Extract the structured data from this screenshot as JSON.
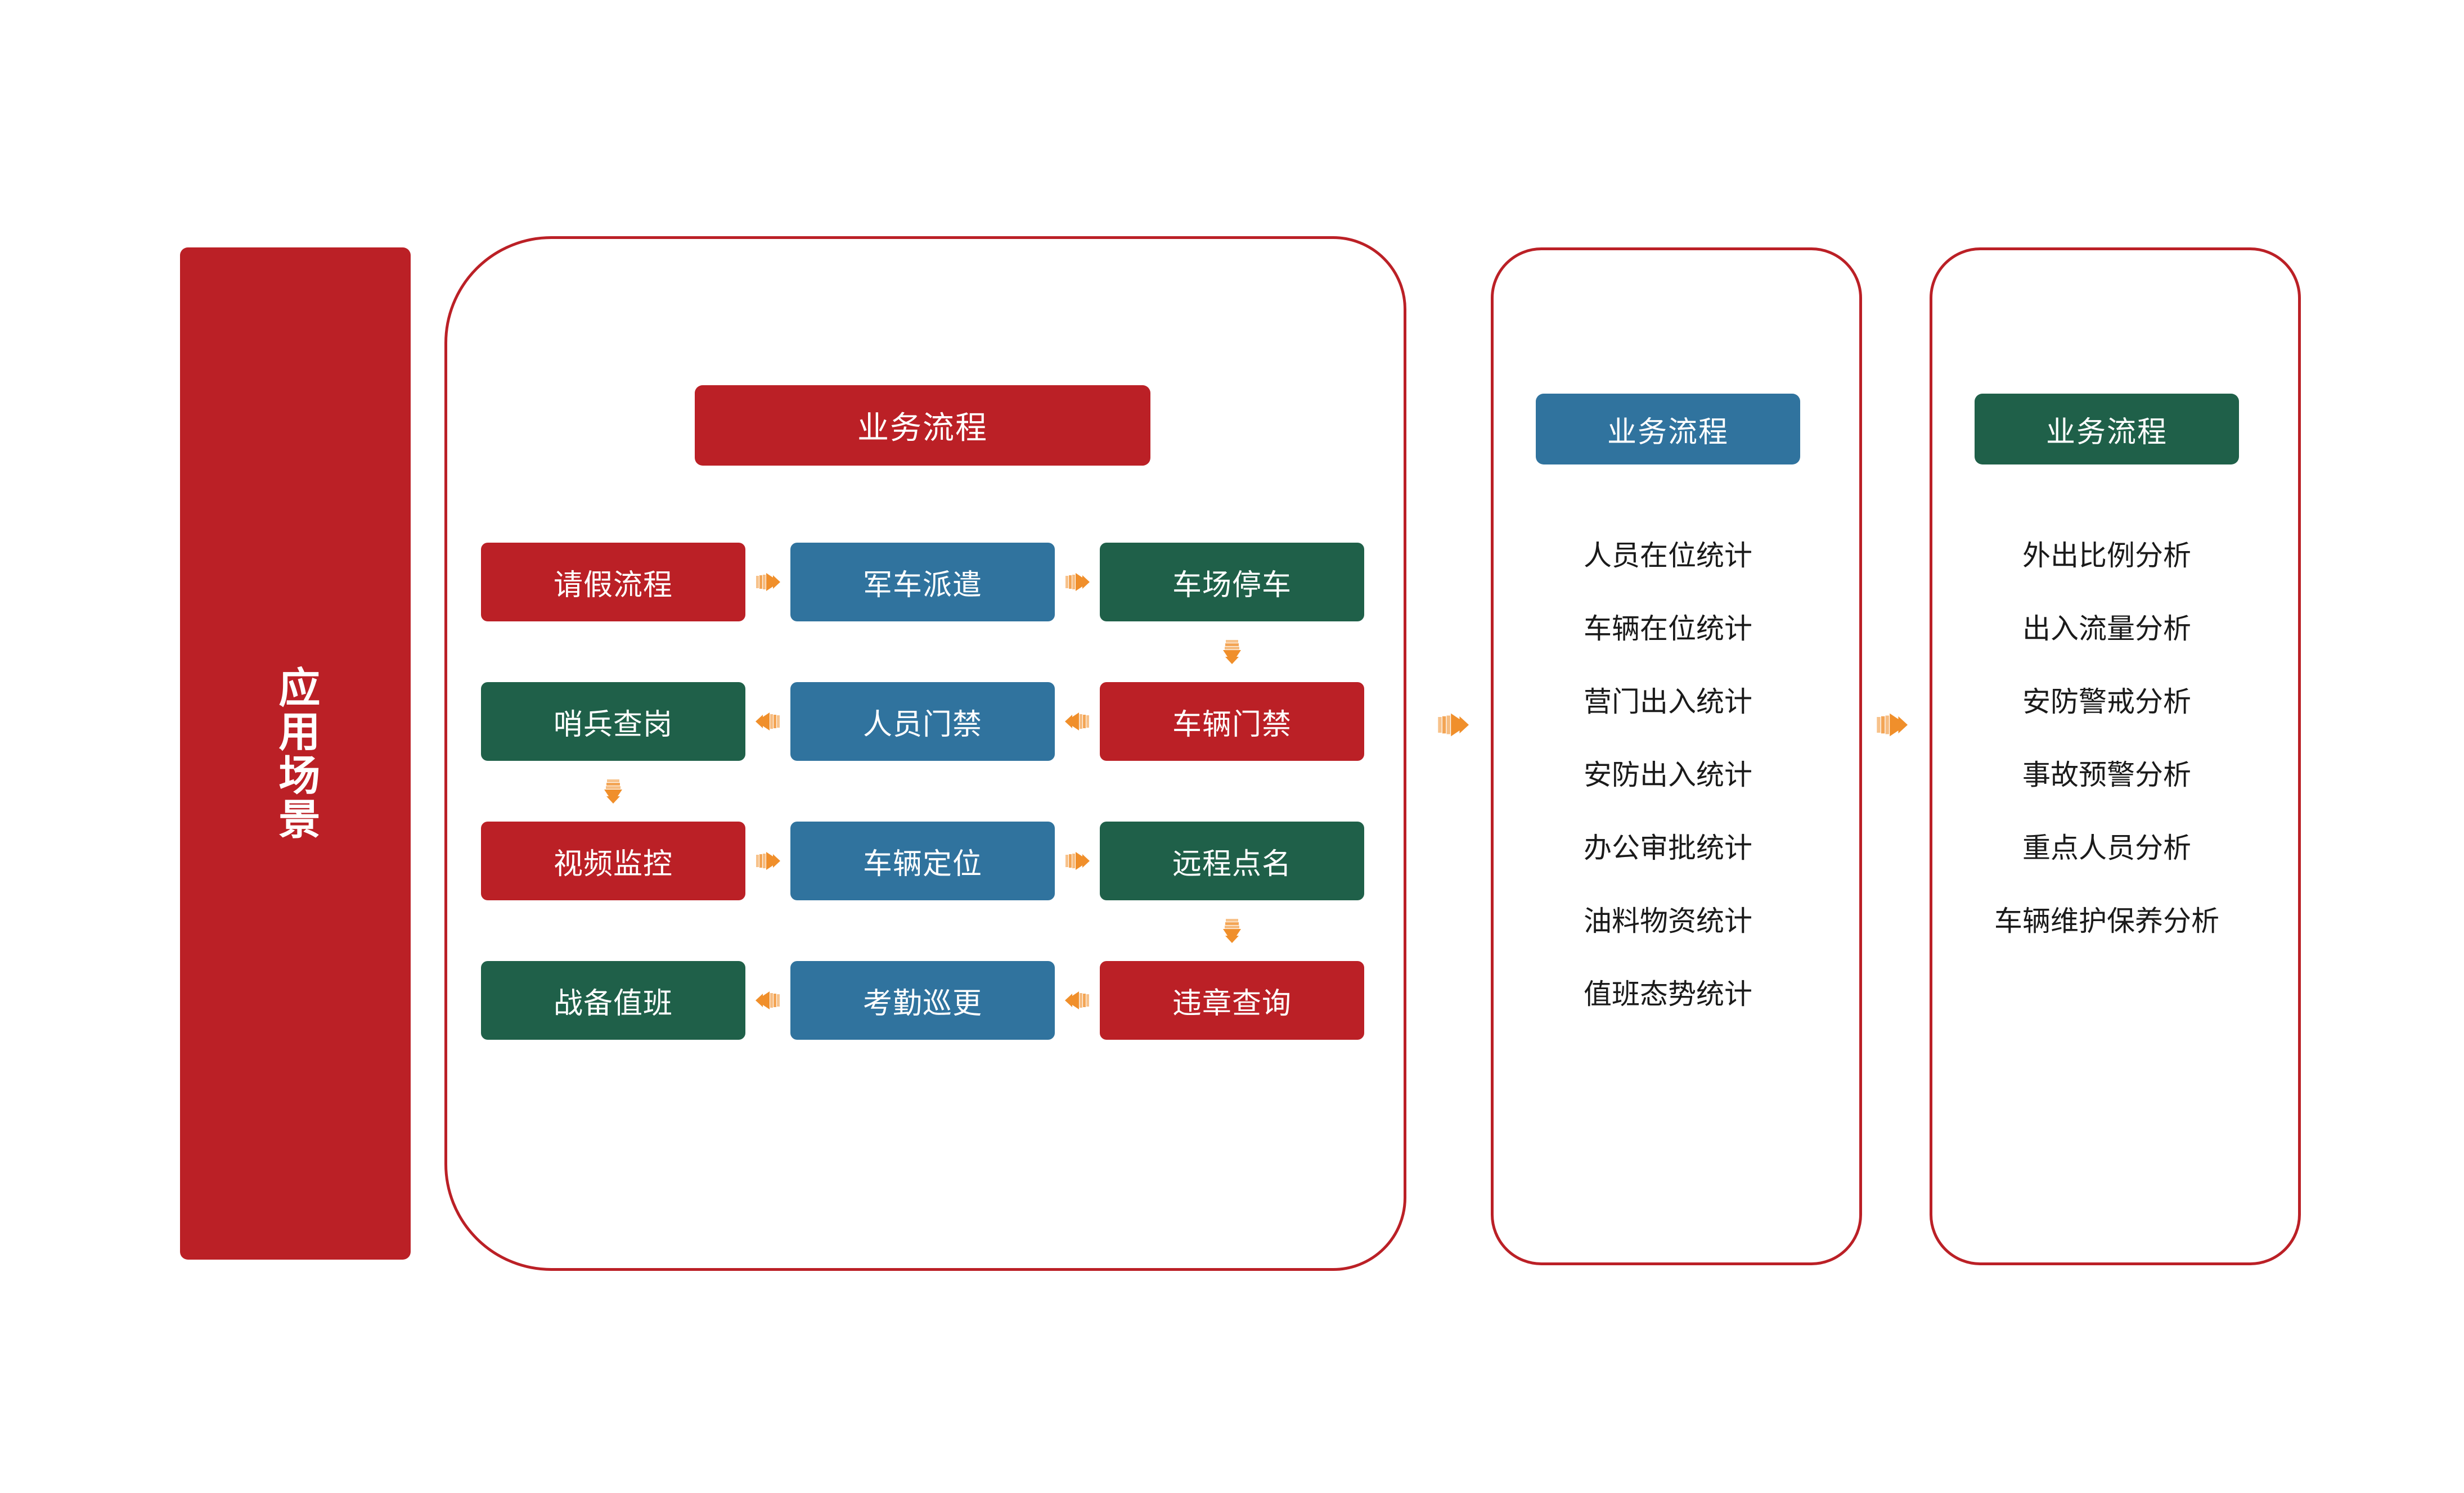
{
  "colors": {
    "red": "#BB2026",
    "blue": "#30739E",
    "green": "#1F6049",
    "arrow_orange": "#F08F2B",
    "panel_border": "#BB2026",
    "background": "#FFFFFF",
    "text_light": "#FFFFFF",
    "text_dark": "#1A1A1A"
  },
  "side_banner": {
    "label": "应用场景"
  },
  "panel_main": {
    "header": "业务流程",
    "rows": [
      {
        "direction": "right",
        "boxes": [
          {
            "label": "请假流程",
            "color": "red"
          },
          {
            "label": "军车派遣",
            "color": "blue"
          },
          {
            "label": "车场停车",
            "color": "green"
          }
        ]
      },
      {
        "direction": "left",
        "boxes": [
          {
            "label": "哨兵查岗",
            "color": "green"
          },
          {
            "label": "人员门禁",
            "color": "blue"
          },
          {
            "label": "车辆门禁",
            "color": "red"
          }
        ]
      },
      {
        "direction": "right",
        "boxes": [
          {
            "label": "视频监控",
            "color": "red"
          },
          {
            "label": "车辆定位",
            "color": "blue"
          },
          {
            "label": "远程点名",
            "color": "green"
          }
        ]
      },
      {
        "direction": "left",
        "boxes": [
          {
            "label": "战备值班",
            "color": "green"
          },
          {
            "label": "考勤巡更",
            "color": "blue"
          },
          {
            "label": "违章查询",
            "color": "red"
          }
        ]
      }
    ],
    "vertical_connectors": [
      {
        "from": "车场停车",
        "to": "车辆门禁",
        "direction": "down"
      },
      {
        "from": "哨兵查岗",
        "to": "视频监控",
        "direction": "down"
      },
      {
        "from": "远程点名",
        "to": "违章查询",
        "direction": "down"
      }
    ]
  },
  "panel_stats": {
    "header": "业务流程",
    "items": [
      "人员在位统计",
      "车辆在位统计",
      "营门出入统计",
      "安防出入统计",
      "办公审批统计",
      "油料物资统计",
      "值班态势统计"
    ]
  },
  "panel_analysis": {
    "header": "业务流程",
    "items": [
      "外出比例分析",
      "出入流量分析",
      "安防警戒分析",
      "事故预警分析",
      "重点人员分析",
      "车辆维护保养分析"
    ]
  },
  "panel_connectors": [
    {
      "name": "main-to-stats",
      "direction": "right"
    },
    {
      "name": "stats-to-analysis",
      "direction": "right"
    }
  ]
}
